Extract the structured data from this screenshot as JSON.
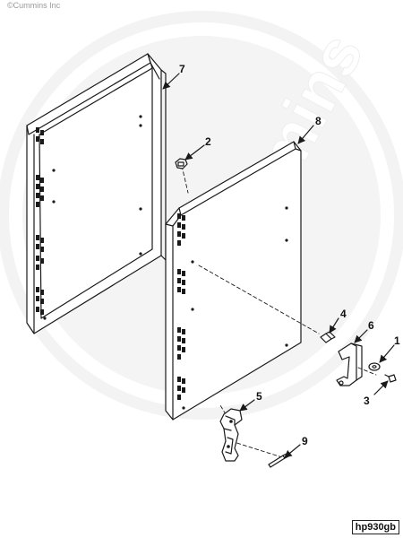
{
  "copyright": "©Cummins Inc",
  "watermark": "Cummins",
  "drawing_id": "hp930gb",
  "callouts": {
    "c1": "1",
    "c2": "2",
    "c3": "3",
    "c4": "4",
    "c5": "5",
    "c6": "6",
    "c7": "7",
    "c8": "8",
    "c9": "9"
  },
  "colors": {
    "line": "#1a1a1a",
    "watermark": "#f1f1f1"
  }
}
